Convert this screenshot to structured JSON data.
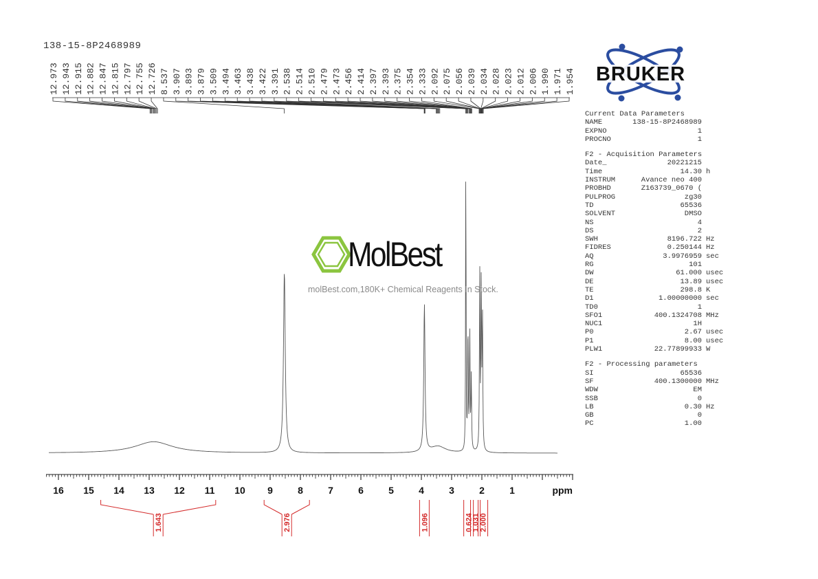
{
  "sample_id": "138-15-8P2468989",
  "logo": {
    "brand": "BRUKER"
  },
  "watermark": {
    "brand": "MolBest",
    "tagline": "molBest.com,180K+ Chemical Reagents In Stock."
  },
  "parameters": [
    {
      "header": "Current Data Parameters",
      "rows": [
        {
          "key": "NAME",
          "value": "138-15-8P2468989",
          "unit": ""
        },
        {
          "key": "EXPNO",
          "value": "1",
          "unit": ""
        },
        {
          "key": "PROCNO",
          "value": "1",
          "unit": ""
        }
      ]
    },
    {
      "header": "F2 - Acquisition Parameters",
      "rows": [
        {
          "key": "Date_",
          "value": "20221215",
          "unit": ""
        },
        {
          "key": "Time",
          "value": "14.30",
          "unit": "h"
        },
        {
          "key": "INSTRUM",
          "value": "Avance neo 400",
          "unit": ""
        },
        {
          "key": "PROBHD",
          "value": "Z163739_0670 (",
          "unit": ""
        },
        {
          "key": "PULPROG",
          "value": "zg30",
          "unit": ""
        },
        {
          "key": "TD",
          "value": "65536",
          "unit": ""
        },
        {
          "key": "SOLVENT",
          "value": "DMSO",
          "unit": ""
        },
        {
          "key": "NS",
          "value": "4",
          "unit": ""
        },
        {
          "key": "DS",
          "value": "2",
          "unit": ""
        },
        {
          "key": "SWH",
          "value": "8196.722",
          "unit": "Hz"
        },
        {
          "key": "FIDRES",
          "value": "0.250144",
          "unit": "Hz"
        },
        {
          "key": "AQ",
          "value": "3.9976959",
          "unit": "sec"
        },
        {
          "key": "RG",
          "value": "101",
          "unit": ""
        },
        {
          "key": "DW",
          "value": "61.000",
          "unit": "usec"
        },
        {
          "key": "DE",
          "value": "13.89",
          "unit": "usec"
        },
        {
          "key": "TE",
          "value": "298.8",
          "unit": "K"
        },
        {
          "key": "D1",
          "value": "1.00000000",
          "unit": "sec"
        },
        {
          "key": "TD0",
          "value": "1",
          "unit": ""
        },
        {
          "key": "SFO1",
          "value": "400.1324708",
          "unit": "MHz"
        },
        {
          "key": "NUC1",
          "value": "1H",
          "unit": ""
        },
        {
          "key": "P0",
          "value": "2.67",
          "unit": "usec"
        },
        {
          "key": "P1",
          "value": "8.00",
          "unit": "usec"
        },
        {
          "key": "PLW1",
          "value": "22.77899933",
          "unit": "W"
        }
      ]
    },
    {
      "header": "F2 - Processing parameters",
      "rows": [
        {
          "key": "SI",
          "value": "65536",
          "unit": ""
        },
        {
          "key": "SF",
          "value": "400.1300000",
          "unit": "MHz"
        },
        {
          "key": "WDW",
          "value": "EM",
          "unit": ""
        },
        {
          "key": "SSB",
          "value": "0",
          "unit": ""
        },
        {
          "key": "LB",
          "value": "0.30",
          "unit": "Hz"
        },
        {
          "key": "GB",
          "value": "0",
          "unit": ""
        },
        {
          "key": "PC",
          "value": "1.00",
          "unit": ""
        }
      ]
    }
  ],
  "chart_data": {
    "type": "line",
    "title": "",
    "xlabel": "ppm",
    "ylabel": "",
    "x_reversed": true,
    "xlim": [
      16.3,
      -0.5
    ],
    "x_ticks": [
      "16",
      "15",
      "14",
      "13",
      "12",
      "11",
      "10",
      "9",
      "8",
      "7",
      "6",
      "5",
      "4",
      "3",
      "2",
      "1"
    ],
    "peak_labels": [
      "12.973",
      "12.943",
      "12.915",
      "12.882",
      "12.847",
      "12.815",
      "12.797",
      "12.755",
      "12.726",
      "8.537",
      "3.907",
      "3.893",
      "3.879",
      "3.509",
      "3.494",
      "3.463",
      "3.438",
      "3.422",
      "3.391",
      "2.538",
      "2.514",
      "2.510",
      "2.479",
      "2.473",
      "2.456",
      "2.414",
      "2.397",
      "2.393",
      "2.375",
      "2.354",
      "2.333",
      "2.092",
      "2.075",
      "2.056",
      "2.039",
      "2.034",
      "2.028",
      "2.023",
      "2.012",
      "2.006",
      "1.990",
      "1.971",
      "1.954"
    ],
    "peaks": [
      {
        "ppm": 12.85,
        "height": 0.034,
        "width": 0.75
      },
      {
        "ppm": 8.53,
        "height": 0.54,
        "width": 0.035
      },
      {
        "ppm": 3.9,
        "height": 0.44,
        "width": 0.025
      },
      {
        "ppm": 3.45,
        "height": 0.02,
        "width": 0.3
      },
      {
        "ppm": 2.53,
        "height": 1.0,
        "width": 0.008
      },
      {
        "ppm": 2.46,
        "height": 0.38,
        "width": 0.012
      },
      {
        "ppm": 2.4,
        "height": 0.35,
        "width": 0.012
      },
      {
        "ppm": 2.35,
        "height": 0.22,
        "width": 0.012
      },
      {
        "ppm": 2.07,
        "height": 0.53,
        "width": 0.012
      },
      {
        "ppm": 2.02,
        "height": 0.5,
        "width": 0.012
      },
      {
        "ppm": 1.98,
        "height": 0.4,
        "width": 0.012
      }
    ],
    "integrals": [
      {
        "label": "1.643",
        "from": 14.6,
        "to": 10.8
      },
      {
        "label": "2.976",
        "from": 9.2,
        "to": 7.7
      },
      {
        "label": "1.096",
        "from": 4.05,
        "to": 3.75
      },
      {
        "label": "0.624",
        "from": 2.58,
        "to": 2.3
      },
      {
        "label": "1.031",
        "from": 2.3,
        "to": 2.13
      },
      {
        "label": "2.000",
        "from": 2.13,
        "to": 1.8
      }
    ],
    "colors": {
      "spectrum": "#555555",
      "axis": "#222222",
      "integral": "#d42a2a"
    },
    "grid": false
  }
}
